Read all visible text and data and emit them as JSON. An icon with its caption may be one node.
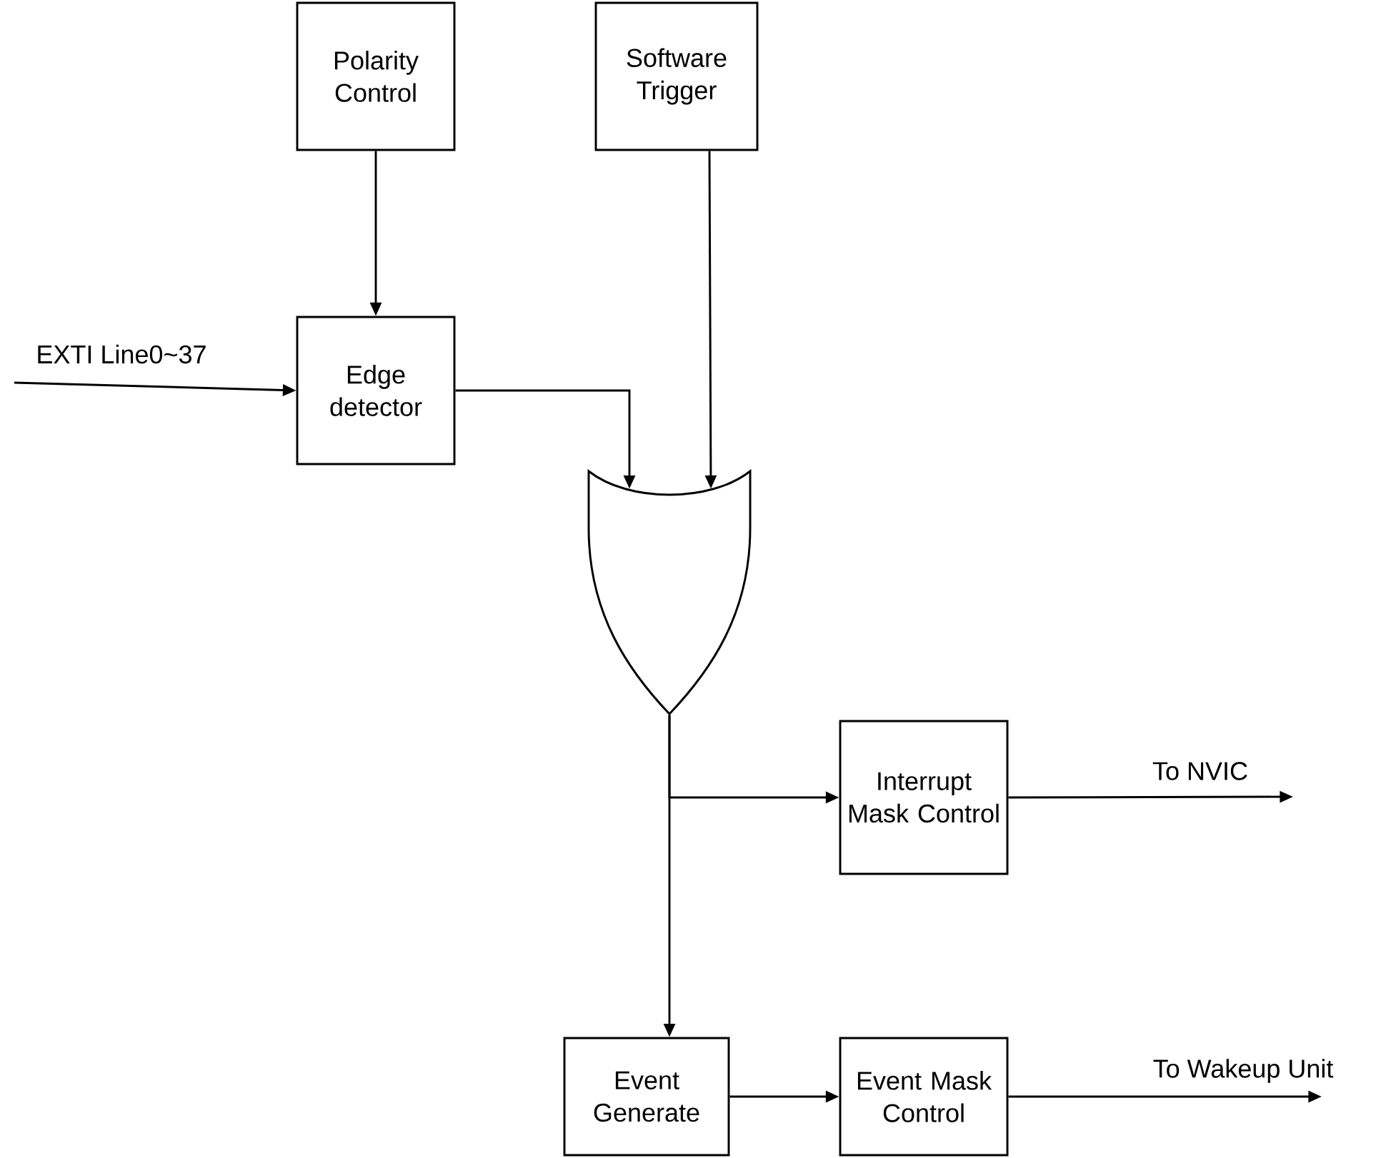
{
  "diagram": {
    "nodes": [
      {
        "text": [
          "Polarity Control"
        ]
      },
      {
        "text": [
          "Software Trigger"
        ]
      },
      {
        "text": [
          "Edge detector"
        ]
      },
      {
        "text": [],
        "shape": "gate"
      },
      {
        "text": [
          "Interrupt Mask Control"
        ]
      },
      {
        "text": [
          "Event Generate"
        ]
      },
      {
        "text": [
          "Event Mask Control"
        ]
      }
    ],
    "edges": [
      {
        "from": 0,
        "to": 2,
        "arrow": "to"
      },
      {
        "from": null,
        "to": 2,
        "arrow": "to",
        "label": "EXTI Line0~37"
      },
      {
        "from": 2,
        "to": 3,
        "arrow": "to"
      },
      {
        "from": 1,
        "to": 3,
        "arrow": "to"
      },
      {
        "from": 3,
        "to": 4,
        "arrow": "to"
      },
      {
        "from": 3,
        "to": 5,
        "arrow": "to"
      },
      {
        "from": 5,
        "to": 6,
        "arrow": "to"
      },
      {
        "from": 4,
        "to": null,
        "arrow": "to",
        "label": "To NVIC"
      },
      {
        "from": 6,
        "to": null,
        "arrow": "to",
        "label": "To Wakeup Unit"
      }
    ]
  }
}
